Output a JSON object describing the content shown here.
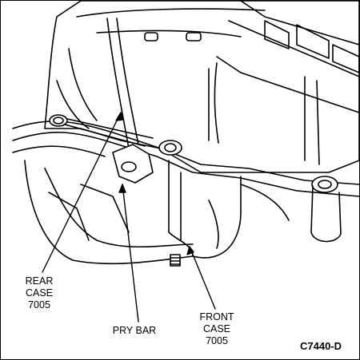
{
  "figure": {
    "figure_id": "C7440-D",
    "callouts": {
      "rear_case": "REAR\nCASE\n7005",
      "pry_bar": "PRY BAR",
      "front_case": "FRONT\nCASE\n7005"
    }
  },
  "colors": {
    "line": "#000000",
    "background": "#ffffff"
  }
}
